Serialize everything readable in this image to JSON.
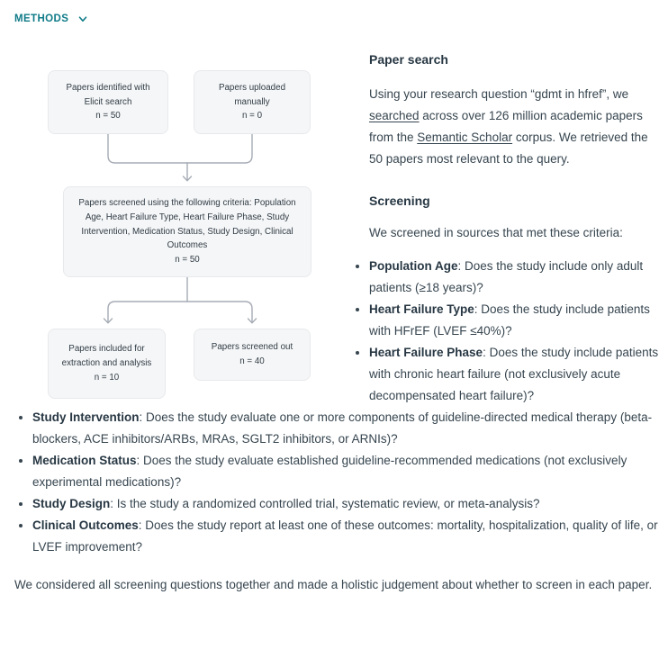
{
  "colors": {
    "accent_teal": "#0f7b88",
    "connector_gray": "#a6acb5",
    "box_background": "#f5f6f7",
    "box_border": "#e7e9ec",
    "heading_text": "#273743",
    "body_text": "#36454f"
  },
  "header": {
    "title": "METHODS",
    "chevron_icon": "chevron-down"
  },
  "flowchart": {
    "identified": {
      "label": "Papers identified with Elicit search",
      "count": "n = 50"
    },
    "uploaded": {
      "label": "Papers uploaded manually",
      "count": "n = 0"
    },
    "screened": {
      "label": "Papers screened using the following criteria: Population Age, Heart Failure Type, Heart Failure Phase, Study Intervention, Medication Status, Study Design, Clinical Outcomes",
      "count": "n = 50"
    },
    "included": {
      "label": "Papers included for extraction and analysis",
      "count": "n = 10"
    },
    "screened_out": {
      "label": "Papers screened out",
      "count": "n = 40"
    }
  },
  "paper_search": {
    "heading": "Paper search",
    "text_before_link1": "Using your research question “gdmt in hfref”, we ",
    "link1": "searched",
    "text_between_links": " across over 126 million academic papers from the ",
    "link2": "Semantic Scholar",
    "text_after_link2": " corpus. We retrieved the 50 papers most relevant to the query."
  },
  "screening": {
    "heading": "Screening",
    "intro": "We screened in sources that met these criteria:",
    "criteria": [
      {
        "name": "Population Age",
        "question": ": Does the study include only adult patients (≥18 years)?"
      },
      {
        "name": "Heart Failure Type",
        "question": ": Does the study include patients with HFrEF (LVEF ≤40%)?"
      },
      {
        "name": "Heart Failure Phase",
        "question": ": Does the study include patients with chronic heart failure (not exclusively acute decompensated heart failure)?"
      },
      {
        "name": "Study Intervention",
        "question": ": Does the study evaluate one or more components of guideline-directed medical therapy (beta-blockers, ACE inhibitors/ARBs, MRAs, SGLT2 inhibitors, or ARNIs)?"
      },
      {
        "name": "Medication Status",
        "question": ": Does the study evaluate established guideline-recommended medications (not exclusively experimental medications)?"
      },
      {
        "name": "Study Design",
        "question": ": Is the study a randomized controlled trial, systematic review, or meta-analysis?"
      },
      {
        "name": "Clinical Outcomes",
        "question": ": Does the study report at least one of these outcomes: mortality, hospitalization, quality of life, or LVEF improvement?"
      }
    ],
    "conclusion": "We considered all screening questions together and made a holistic judgement about whether to screen in each paper."
  }
}
